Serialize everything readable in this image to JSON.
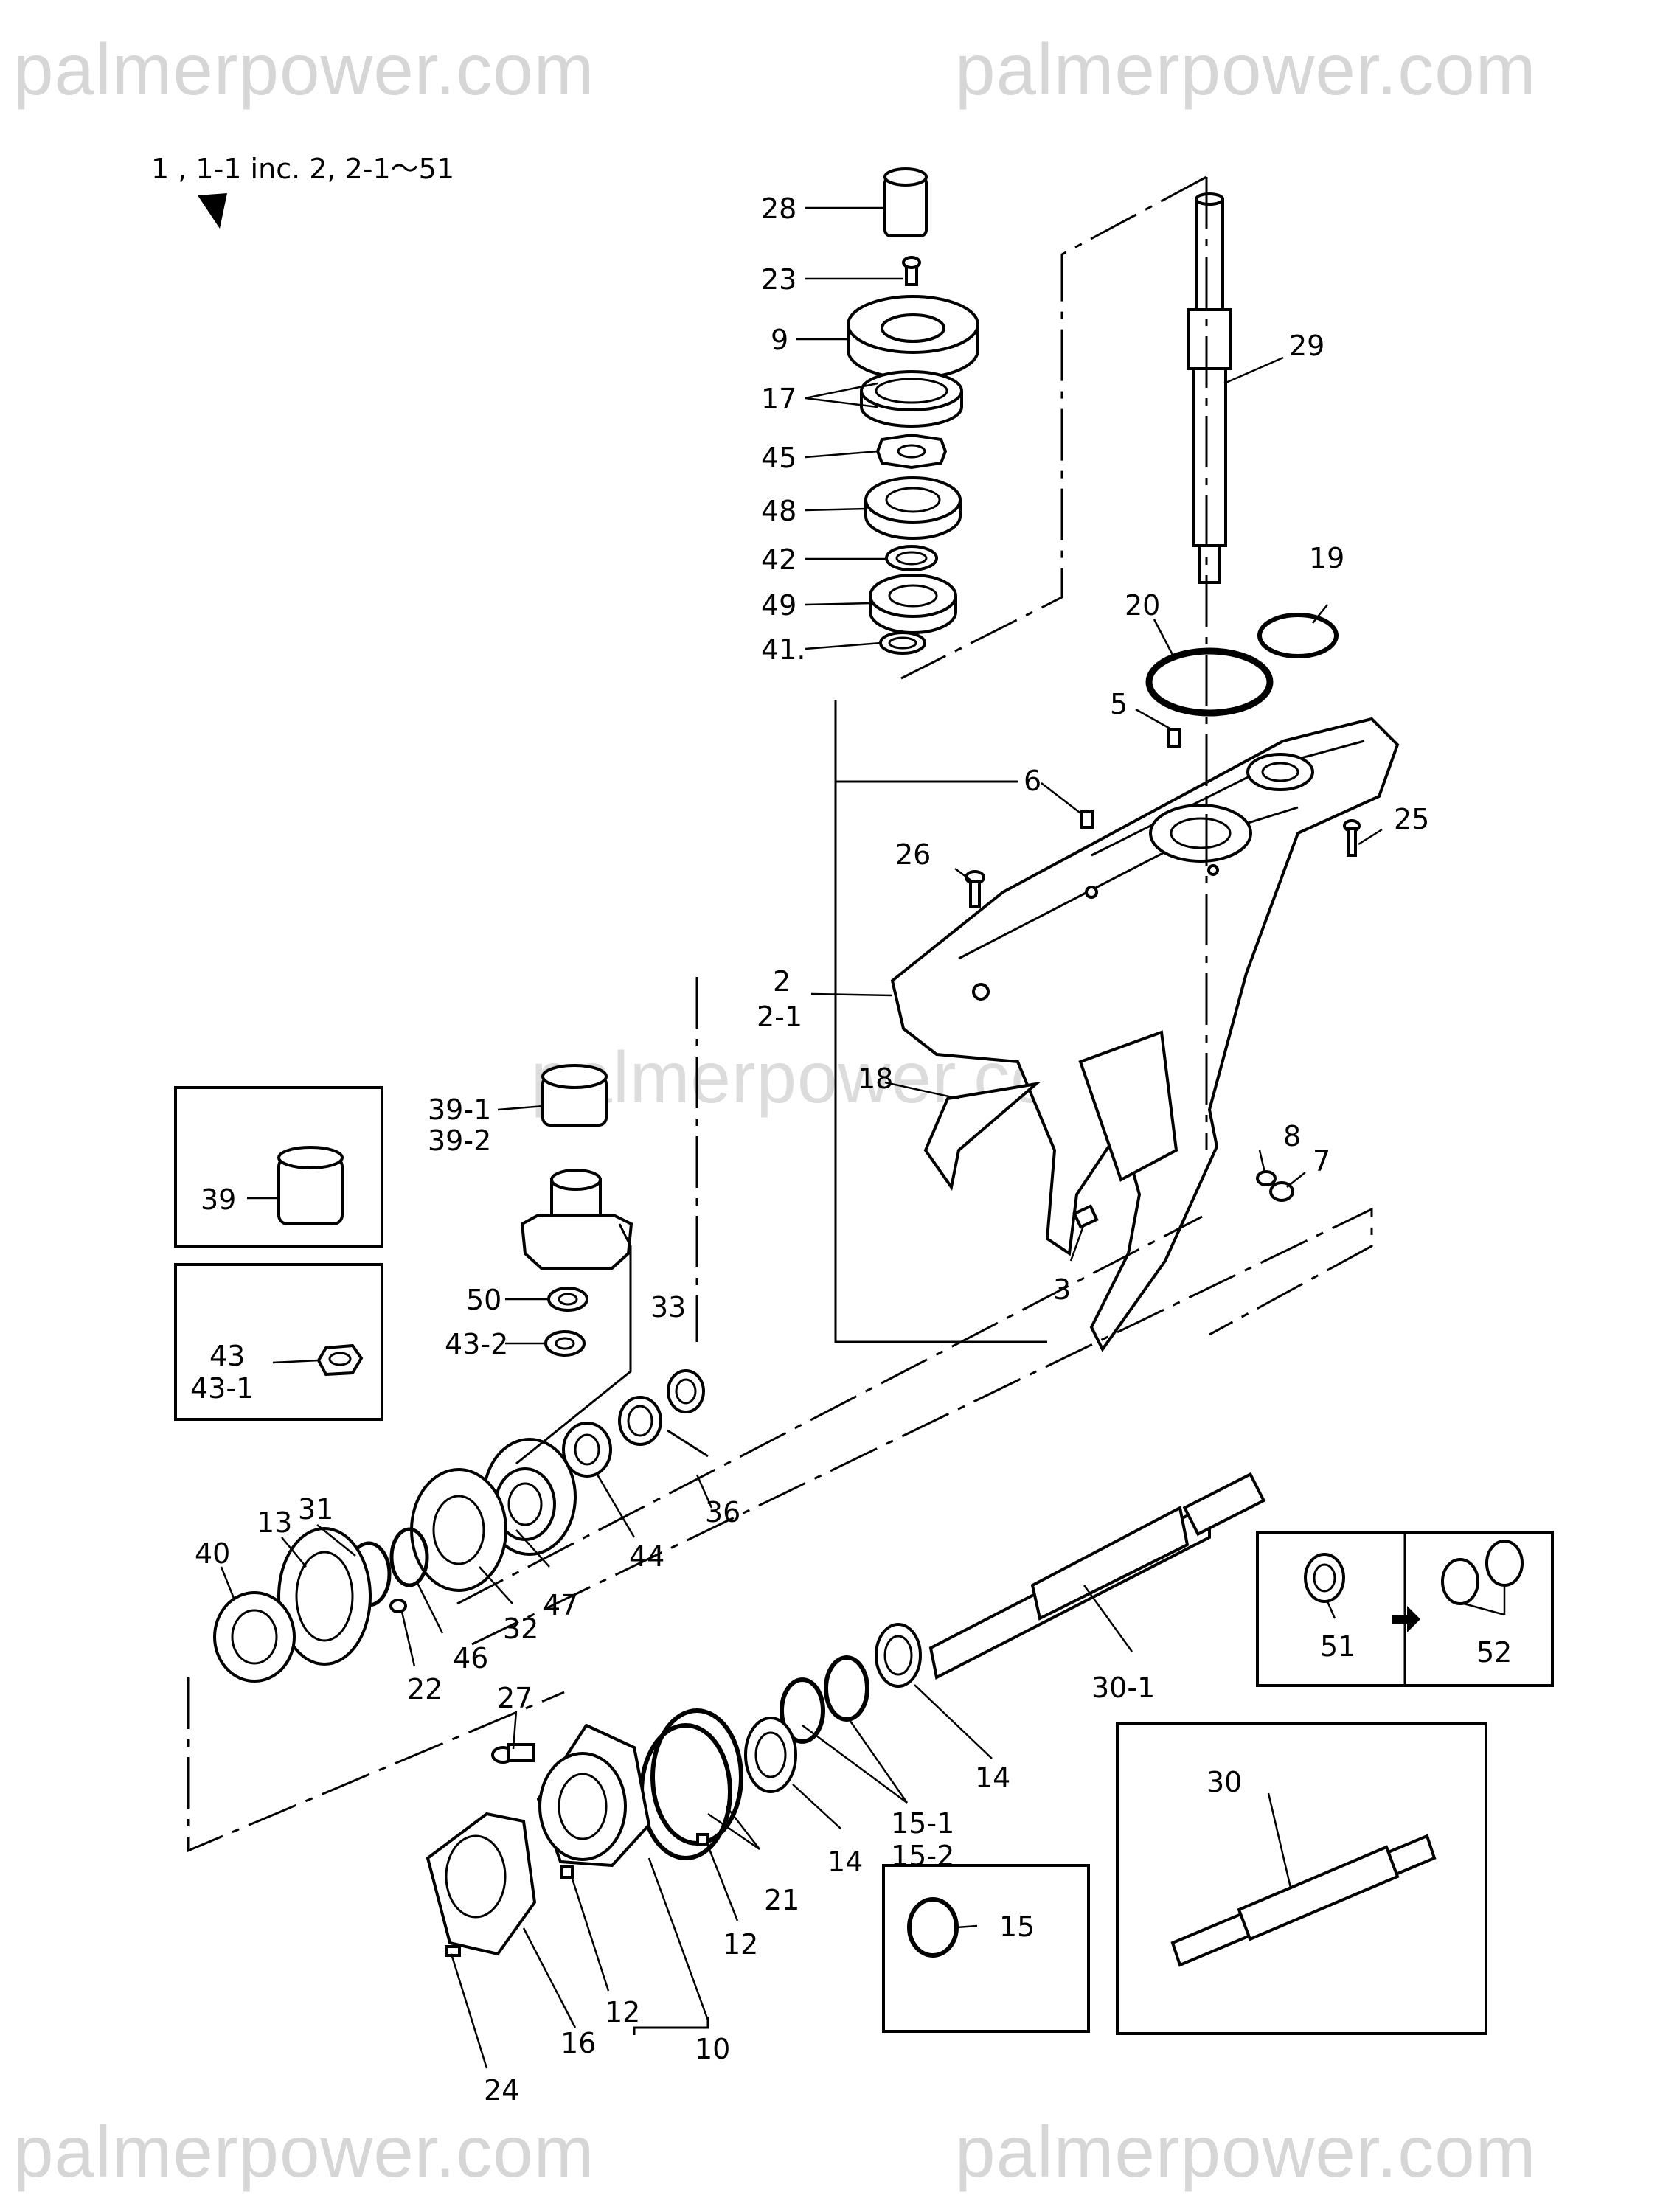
{
  "watermarks": [
    "palmerpower.com",
    "palmerpower.com",
    "palmerpower.com",
    "palmerpower.com",
    "palmerpower.com"
  ],
  "header": {
    "model_ref": "1 , 1-1   inc. 2, 2-1～51"
  },
  "parts": {
    "p28": "28",
    "p23": "23",
    "p9": "9",
    "p17": "17",
    "p45": "45",
    "p48": "48",
    "p42": "42",
    "p49": "49",
    "p41": "41.",
    "p29": "29",
    "p19": "19",
    "p20": "20",
    "p5": "5",
    "p6": "6",
    "p25": "25",
    "p26": "26",
    "p2": "2",
    "p2_1": "2-1",
    "p18": "18",
    "p8": "8",
    "p7": "7",
    "p3": "3",
    "p39_1": "39-1",
    "p39_2": "39-2",
    "p39": "39",
    "p50": "50",
    "p43_2": "43-2",
    "p33": "33",
    "p43": "43",
    "p43_1": "43-1",
    "p36": "36",
    "p44": "44",
    "p31": "31",
    "p13": "13",
    "p40": "40",
    "p46": "46",
    "p32": "32",
    "p47": "47",
    "p22": "22",
    "p51": "51",
    "p52": "52",
    "p30_1": "30-1",
    "p27": "27",
    "p14a": "14",
    "p14b": "14",
    "p15_1": "15-1",
    "p15_2": "15-2",
    "p15": "15",
    "p21": "21",
    "p12a": "12",
    "p12b": "12",
    "p10": "10",
    "p16": "16",
    "p24": "24",
    "p30": "30"
  }
}
